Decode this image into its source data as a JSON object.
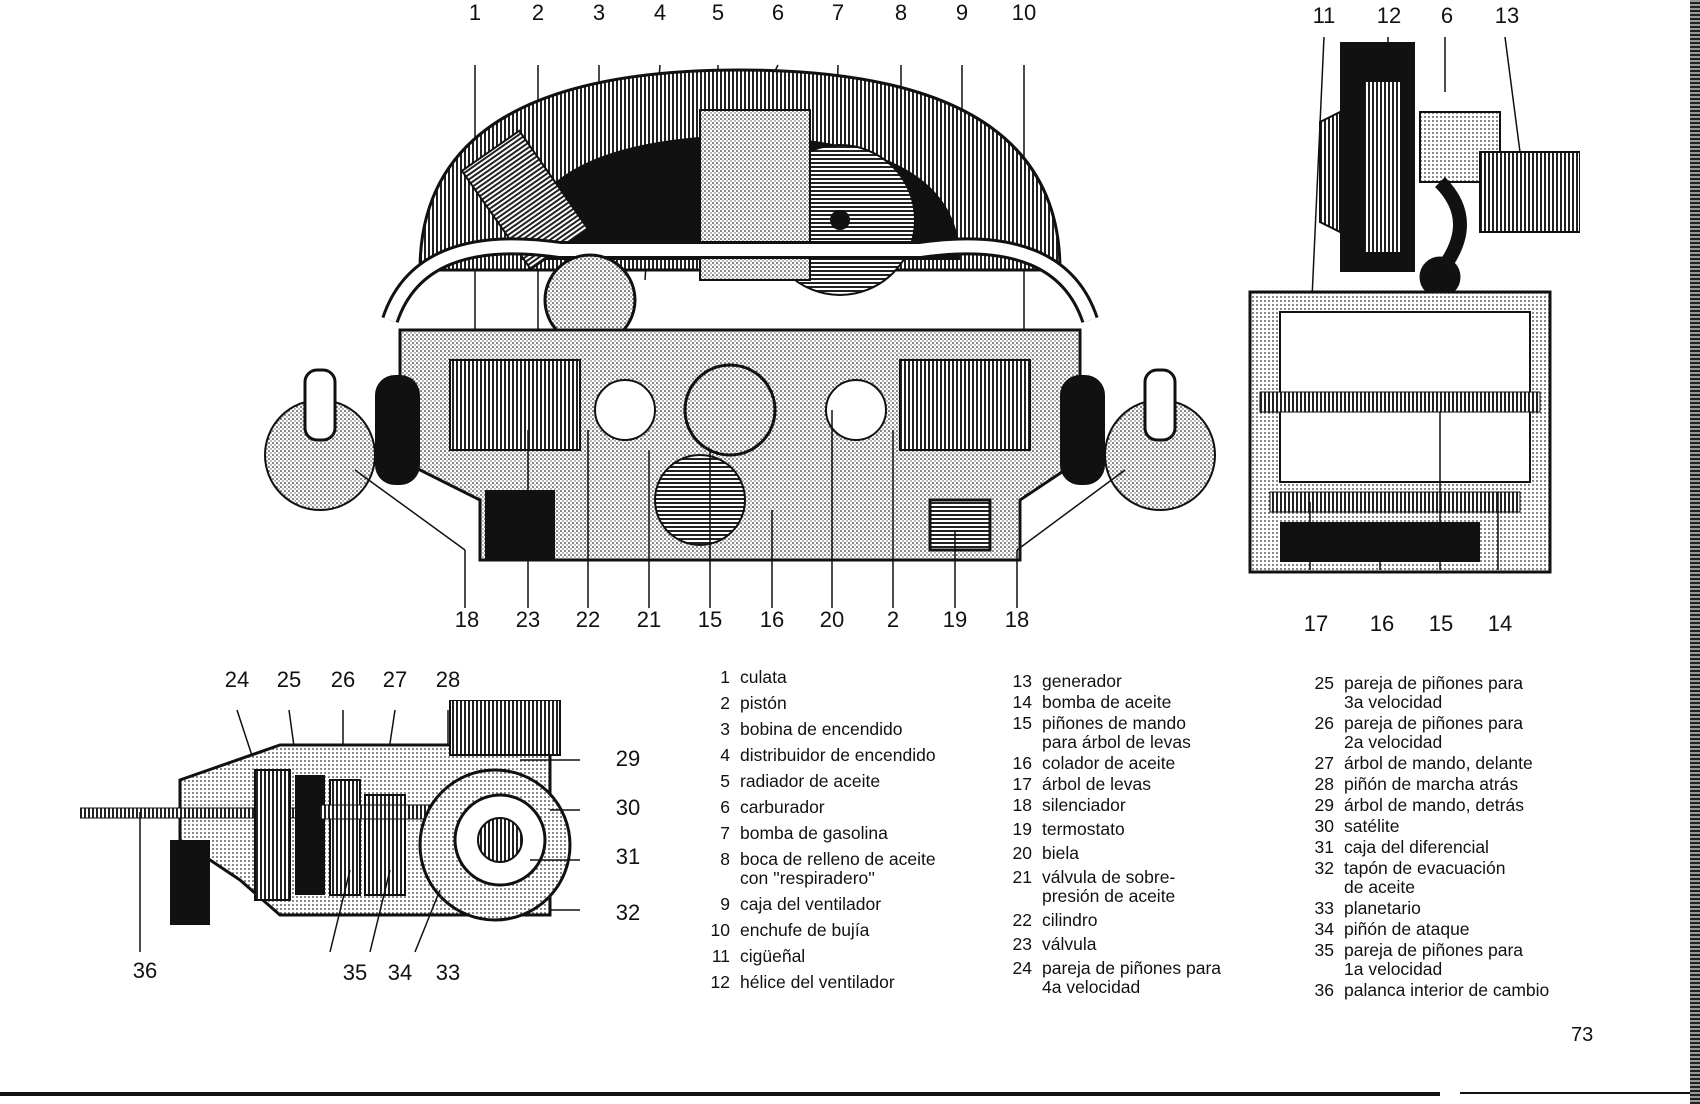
{
  "page_number": "73",
  "engine_front_view": {
    "top_labels": [
      "1",
      "2",
      "3",
      "4",
      "5",
      "6",
      "7",
      "8",
      "9",
      "10"
    ],
    "bottom_labels": [
      "18",
      "23",
      "22",
      "21",
      "15",
      "16",
      "20",
      "2",
      "19",
      "18"
    ]
  },
  "engine_side_view": {
    "top_labels": [
      "11",
      "12",
      "6",
      "13"
    ],
    "bottom_labels": [
      "17",
      "16",
      "15",
      "14"
    ]
  },
  "transmission_view": {
    "top_labels": [
      "24",
      "25",
      "26",
      "27",
      "28"
    ],
    "right_labels": [
      "29",
      "30",
      "31",
      "32"
    ],
    "bottom_labels": [
      "36",
      "35",
      "34",
      "33"
    ]
  },
  "legend": {
    "column1": [
      {
        "num": "1",
        "text": "culata"
      },
      {
        "num": "2",
        "text": "pistón"
      },
      {
        "num": "3",
        "text": "bobina de encendido"
      },
      {
        "num": "4",
        "text": "distribuidor de encendido"
      },
      {
        "num": "5",
        "text": "radiador de aceite"
      },
      {
        "num": "6",
        "text": "carburador"
      },
      {
        "num": "7",
        "text": "bomba de gasolina"
      },
      {
        "num": "8",
        "text": "boca de relleno de aceite\ncon ''respiradero''"
      },
      {
        "num": "9",
        "text": "caja del ventilador"
      },
      {
        "num": "10",
        "text": "enchufe de bujía"
      },
      {
        "num": "11",
        "text": "cigüeñal"
      },
      {
        "num": "12",
        "text": "hélice del ventilador"
      }
    ],
    "column2": [
      {
        "num": "13",
        "text": "generador"
      },
      {
        "num": "14",
        "text": "bomba de aceite"
      },
      {
        "num": "15",
        "text": "piñones de mando\npara árbol de levas"
      },
      {
        "num": "16",
        "text": "colador de aceite"
      },
      {
        "num": "17",
        "text": "árbol de levas"
      },
      {
        "num": "18",
        "text": "silenciador"
      },
      {
        "num": "19",
        "text": "termostato"
      },
      {
        "num": "20",
        "text": "biela"
      },
      {
        "num": "21",
        "text": "válvula de sobre-\npresión de aceite"
      },
      {
        "num": "22",
        "text": "cilindro"
      },
      {
        "num": "23",
        "text": "válvula"
      },
      {
        "num": "24",
        "text": "pareja de piñones para\n4a velocidad"
      }
    ],
    "column3": [
      {
        "num": "25",
        "text": "pareja de piñones para\n3a velocidad"
      },
      {
        "num": "26",
        "text": "pareja de piñones para\n2a velocidad"
      },
      {
        "num": "27",
        "text": "árbol de mando, delante"
      },
      {
        "num": "28",
        "text": "piñón de marcha atrás"
      },
      {
        "num": "29",
        "text": "árbol de mando, detrás"
      },
      {
        "num": "30",
        "text": "satélite"
      },
      {
        "num": "31",
        "text": "caja del diferencial"
      },
      {
        "num": "32",
        "text": "tapón de evacuación\nde aceite"
      },
      {
        "num": "33",
        "text": "planetario"
      },
      {
        "num": "34",
        "text": "piñón de ataque"
      },
      {
        "num": "35",
        "text": "pareja de piñones para\n1a velocidad"
      },
      {
        "num": "36",
        "text": "palanca interior de cambio"
      }
    ]
  }
}
